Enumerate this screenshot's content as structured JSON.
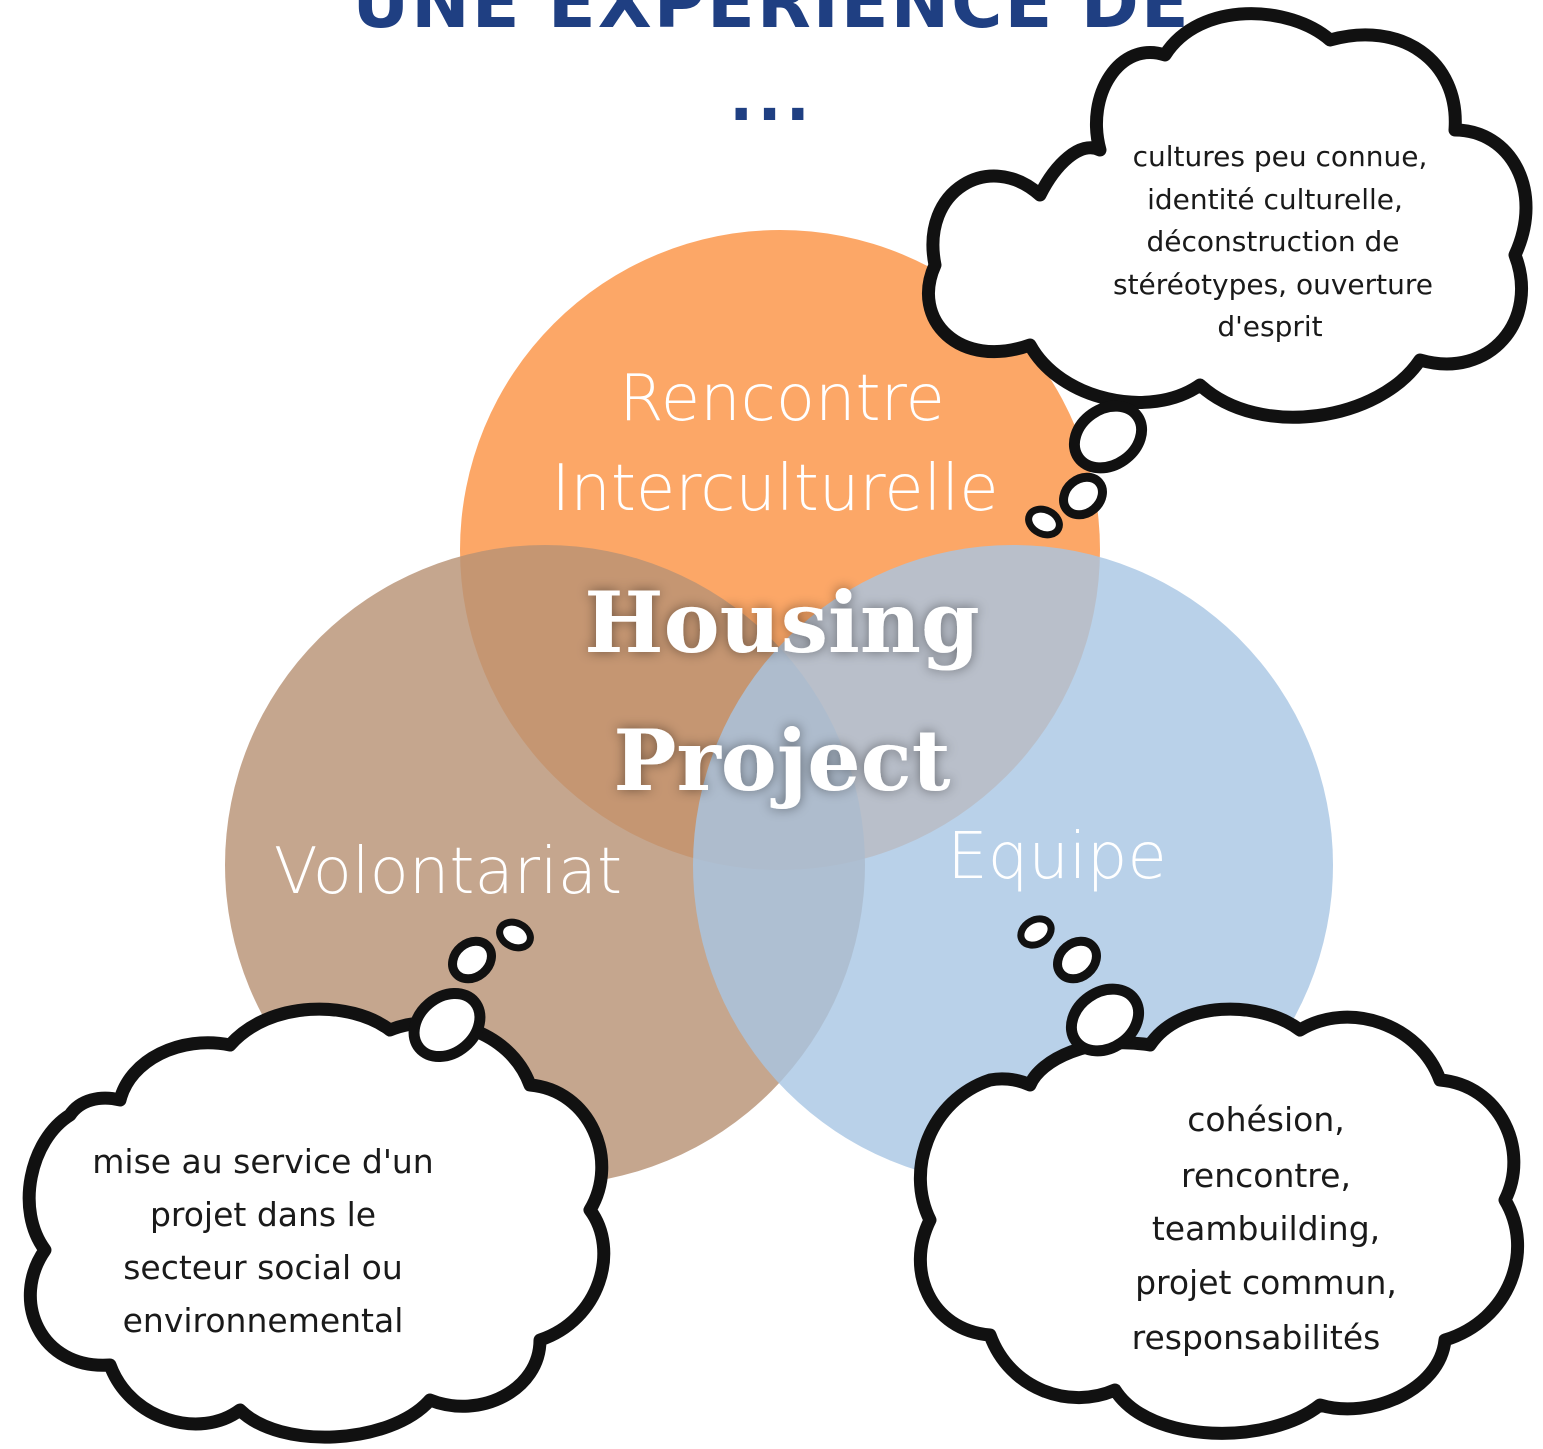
{
  "heading": {
    "title": "UNE EXPERIENCE DE",
    "ellipsis": "..."
  },
  "colors": {
    "heading": "#1f3f82",
    "circle_intercultural": "#fca05a",
    "circle_volontariat": "#b89375",
    "circle_equipe": "#a7c6e4",
    "cloud_outline": "#111111",
    "cloud_fill": "#ffffff"
  },
  "circles": {
    "intercultural": {
      "line1": "Rencontre",
      "line2": "Interculturelle"
    },
    "volontariat": {
      "label": "Volontariat"
    },
    "equipe": {
      "label": "Equipe"
    }
  },
  "center": {
    "line1": "Housing",
    "line2": "Project"
  },
  "clouds": {
    "intercultural": {
      "lines": [
        "cultures peu connue,",
        "identité culturelle,",
        "déconstruction de",
        "stéréotypes, ouverture",
        "d'esprit"
      ]
    },
    "volontariat": {
      "lines": [
        "mise au service d'un",
        "projet dans le",
        "secteur social ou",
        "environnemental"
      ]
    },
    "equipe": {
      "lines": [
        "cohésion,",
        "rencontre,",
        "teambuilding,",
        "projet commun,",
        "responsabilités"
      ]
    }
  }
}
